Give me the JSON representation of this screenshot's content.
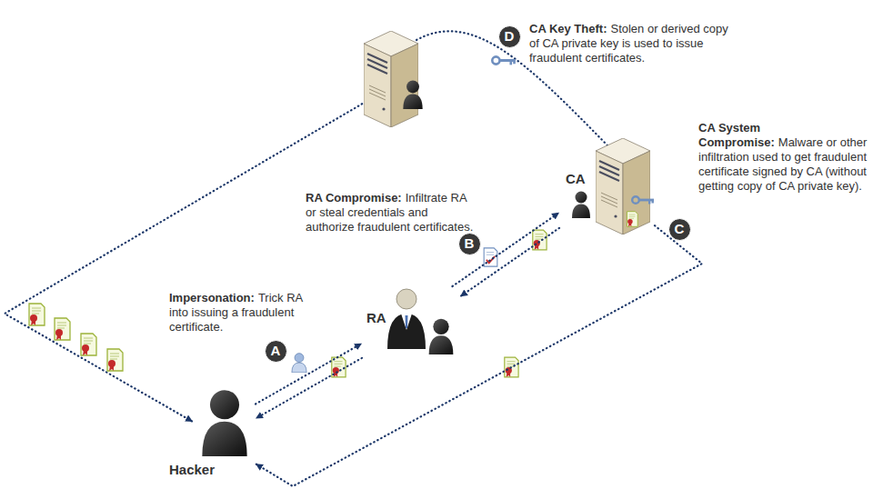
{
  "diagram": {
    "nodes": [
      {
        "text": [
          "CA"
        ]
      },
      {
        "text": [
          "RA"
        ]
      },
      {
        "text": [
          "Hacker"
        ]
      }
    ],
    "edges": [
      {
        "from": 2,
        "to": 1,
        "arrow": "to"
      },
      {
        "from": 1,
        "to": 2,
        "arrow": "to"
      },
      {
        "from": 1,
        "to": 0,
        "arrow": "to"
      },
      {
        "from": 0,
        "to": 1,
        "arrow": "to"
      },
      {
        "from": 0,
        "to": 2,
        "arrow": "to"
      }
    ],
    "labels": [
      "CA Key Theft:",
      "Stolen or derived copy of CA private key is used to issue fraudulent certificates.",
      "D",
      "CA System Compromise:",
      "Malware or other infiltration used to get fraudulent certificate signed by CA (without getting copy of CA private key).",
      "RA Compromise:",
      "Infiltrate RA or steal credentials and authorize fraudulent certificates.",
      "B",
      "C",
      "Impersonation:",
      "Trick RA into issuing a fraudulent certificate.",
      "A"
    ]
  }
}
